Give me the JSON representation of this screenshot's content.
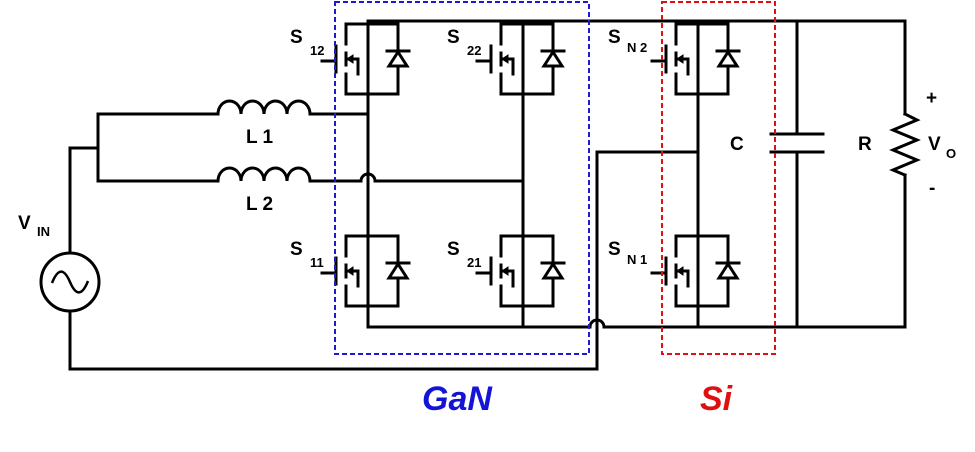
{
  "labels": {
    "vin": "V",
    "vin_sub": "IN",
    "l1": "L 1",
    "l2": "L 2",
    "s12": "S",
    "s12_sub": "12",
    "s22": "S",
    "s22_sub": "22",
    "s11": "S",
    "s11_sub": "11",
    "s21": "S",
    "s21_sub": "21",
    "sn2": "S",
    "sn2_sub": "N 2",
    "sn1": "S",
    "sn1_sub": "N 1",
    "c": "C",
    "r": "R",
    "plus": "+",
    "minus": "-",
    "vo": "V",
    "vo_sub": "O",
    "gan": "GaN",
    "si": "Si"
  },
  "colors": {
    "gan_box": "#1a1ad6",
    "si_box": "#e01010",
    "gan_text": "#1414d8",
    "si_text": "#e01010",
    "wire": "#000000"
  }
}
